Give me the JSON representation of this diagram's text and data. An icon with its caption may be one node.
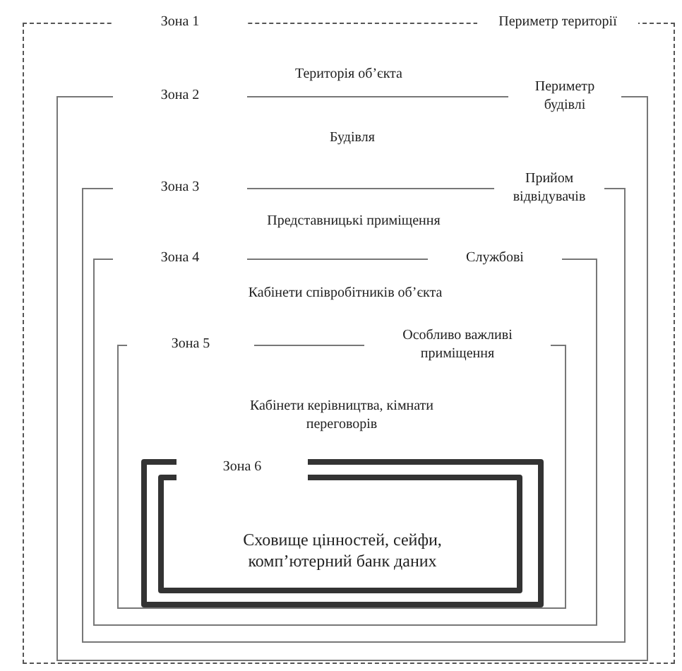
{
  "diagram": {
    "nodes": [
      {
        "text": [
          "Зона 1",
          "Периметр території",
          "Територія об’єкта"
        ]
      },
      {
        "text": [
          "Зона 2",
          "Периметр будівлі",
          "Будівля"
        ],
        "in": 0
      },
      {
        "text": [
          "Зона 3",
          "Прийом відвідувачів",
          "Представницькі приміщення"
        ],
        "in": 1
      },
      {
        "text": [
          "Зона 4",
          "Службові",
          "Кабінети співробітників об’єкта"
        ],
        "in": 2
      },
      {
        "text": [
          "Зона 5",
          "Особливо важливі приміщення",
          "Кабінети керівництва, кімнати переговорів"
        ],
        "in": 3
      },
      {
        "text": [
          "Зона 6",
          "Сховище цінностей, сейфи, комп’ютерний банк даних"
        ],
        "in": 4
      }
    ]
  }
}
